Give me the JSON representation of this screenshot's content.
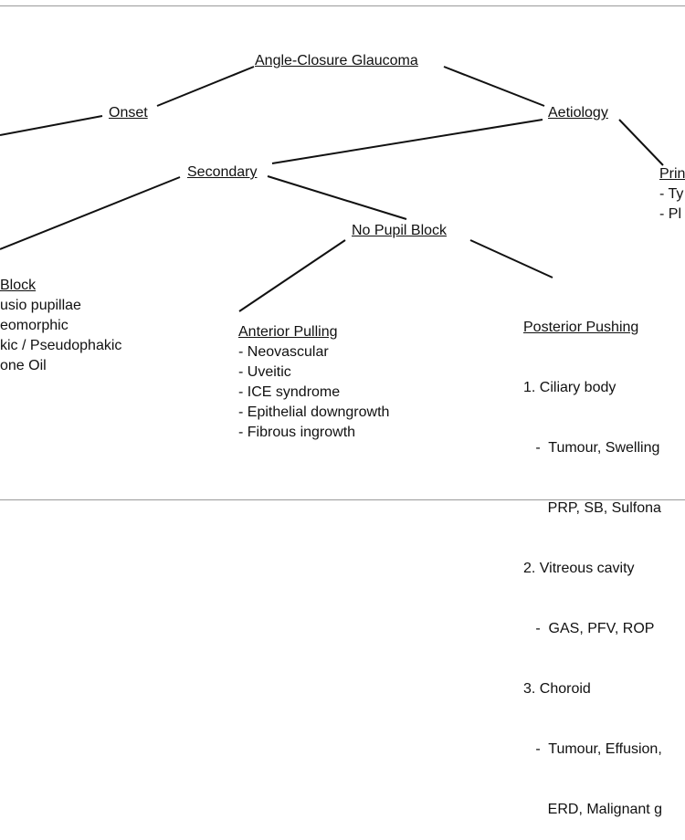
{
  "colors": {
    "line": "#111111",
    "text": "#111111",
    "frame": "#9a9a9a",
    "background": "#ffffff"
  },
  "diagram": {
    "root": "Angle-Closure Glaucoma",
    "onset": "Onset",
    "aetiology": "Aetiology",
    "secondary": "Secondary",
    "no_pupil_block": "No Pupil Block",
    "primary": {
      "heading": "Prin",
      "items": [
        "- Ty",
        "- Pl"
      ]
    },
    "pupil_block": {
      "heading": "Block",
      "items": [
        "usio pupillae",
        "eomorphic",
        "kic / Pseudophakic",
        "one Oil"
      ]
    },
    "anterior_pulling": {
      "heading": "Anterior Pulling",
      "items": [
        "- Neovascular",
        "- Uveitic",
        "- ICE syndrome",
        "- Epithelial downgrowth",
        "- Fibrous ingrowth"
      ]
    },
    "posterior_pushing": {
      "heading": "Posterior Pushing",
      "items": [
        "1. Ciliary body",
        "   -  Tumour, Swelling",
        "      PRP, SB, Sulfona",
        "2. Vitreous cavity",
        "   -  GAS, PFV, ROP",
        "3. Choroid",
        "   -  Tumour, Effusion,",
        "      ERD, Malignant g"
      ]
    }
  }
}
